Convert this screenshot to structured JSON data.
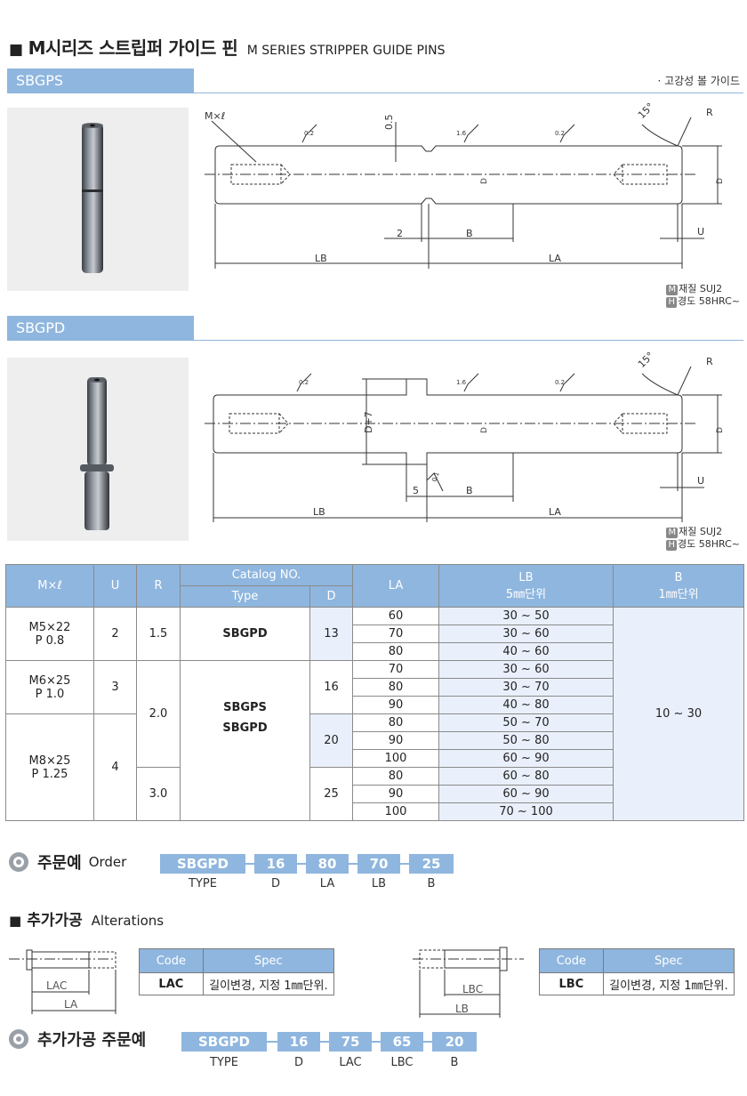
{
  "header": {
    "square": "■",
    "title_ko": "M시리즈 스트립퍼 가이드 핀",
    "title_en": "M SERIES STRIPPER GUIDE PINS"
  },
  "sbgps": {
    "label": "SBGPS",
    "note": "· 고강성 볼 가이드",
    "material_badge": "M",
    "material": "재질 SUJ2",
    "hardness_badge": "H",
    "hardness": "경도 58HRC~",
    "dims": {
      "mxl": "M×ℓ",
      "groove": "0.5",
      "rough1": "0.2",
      "rough2": "1.6",
      "rough3": "0.2",
      "angle": "15°",
      "r": "R",
      "d_tol": "D",
      "two": "2",
      "b": "B",
      "lb": "LB",
      "la": "LA",
      "u": "U"
    }
  },
  "sbgpd": {
    "label": "SBGPD",
    "material_badge": "M",
    "material": "재질 SUJ2",
    "hardness_badge": "H",
    "hardness": "경도 58HRC~",
    "dims": {
      "d7": "D+7",
      "rough1": "0.2",
      "rough2": "1.6",
      "rough3": "0.2",
      "rough4": "0.1",
      "angle": "15°",
      "r": "R",
      "d_tol": "D",
      "five": "5",
      "b": "B",
      "lb": "LB",
      "la": "LA",
      "u": "U"
    }
  },
  "table": {
    "headers": {
      "mxl": "M×ℓ",
      "u": "U",
      "r": "R",
      "catalog": "Catalog NO.",
      "type": "Type",
      "d": "D",
      "la": "LA",
      "lb": "LB",
      "lb_unit": "5㎜단위",
      "b": "B",
      "b_unit": "1㎜단위"
    },
    "groups": [
      {
        "mxl": "M5×22",
        "pitch": "P 0.8",
        "u": "2",
        "r": "1.5",
        "type": "SBGPD",
        "d": "13"
      },
      {
        "mxl": "M6×25",
        "pitch": "P 1.0",
        "u": "3",
        "r": "2.0",
        "type": "SBGPS",
        "d": "16"
      },
      {
        "mxl": "M8×25",
        "pitch": "P 1.25",
        "u": "4",
        "r": "3.0",
        "type": "SBGPD",
        "d20": "20",
        "d25": "25"
      }
    ],
    "rows": [
      {
        "la": "60",
        "lb": "30 ~ 50"
      },
      {
        "la": "70",
        "lb": "30 ~ 60"
      },
      {
        "la": "80",
        "lb": "40 ~ 60"
      },
      {
        "la": "70",
        "lb": "30 ~ 60"
      },
      {
        "la": "80",
        "lb": "30 ~ 70"
      },
      {
        "la": "90",
        "lb": "40 ~ 80"
      },
      {
        "la": "80",
        "lb": "50 ~ 70"
      },
      {
        "la": "90",
        "lb": "50 ~ 80"
      },
      {
        "la": "100",
        "lb": "60 ~ 90"
      },
      {
        "la": "80",
        "lb": "60 ~ 80"
      },
      {
        "la": "90",
        "lb": "60 ~ 90"
      },
      {
        "la": "100",
        "lb": "70 ~ 100"
      }
    ],
    "b_value": "10 ~ 30"
  },
  "order": {
    "title_ko": "주문예",
    "title_en": "Order",
    "boxes": [
      "SBGPD",
      "16",
      "80",
      "70",
      "25"
    ],
    "labels": [
      "TYPE",
      "D",
      "LA",
      "LB",
      "B"
    ]
  },
  "alterations": {
    "square": "■",
    "title_ko": "추가가공",
    "title_en": "Alterations",
    "code_header": "Code",
    "spec_header": "Spec",
    "items": [
      {
        "code": "LAC",
        "spec": "길이변경, 지정 1㎜단위.",
        "dim_a": "LAC",
        "dim_b": "LA"
      },
      {
        "code": "LBC",
        "spec": "길이변경, 지정 1㎜단위.",
        "dim_a": "LBC",
        "dim_b": "LB"
      }
    ]
  },
  "alt_order": {
    "title": "추가가공 주문예",
    "boxes": [
      "SBGPD",
      "16",
      "75",
      "65",
      "20"
    ],
    "labels": [
      "TYPE",
      "D",
      "LAC",
      "LBC",
      "B"
    ]
  },
  "colors": {
    "accent": "#8fb6de",
    "light": "#eaf0fb"
  }
}
